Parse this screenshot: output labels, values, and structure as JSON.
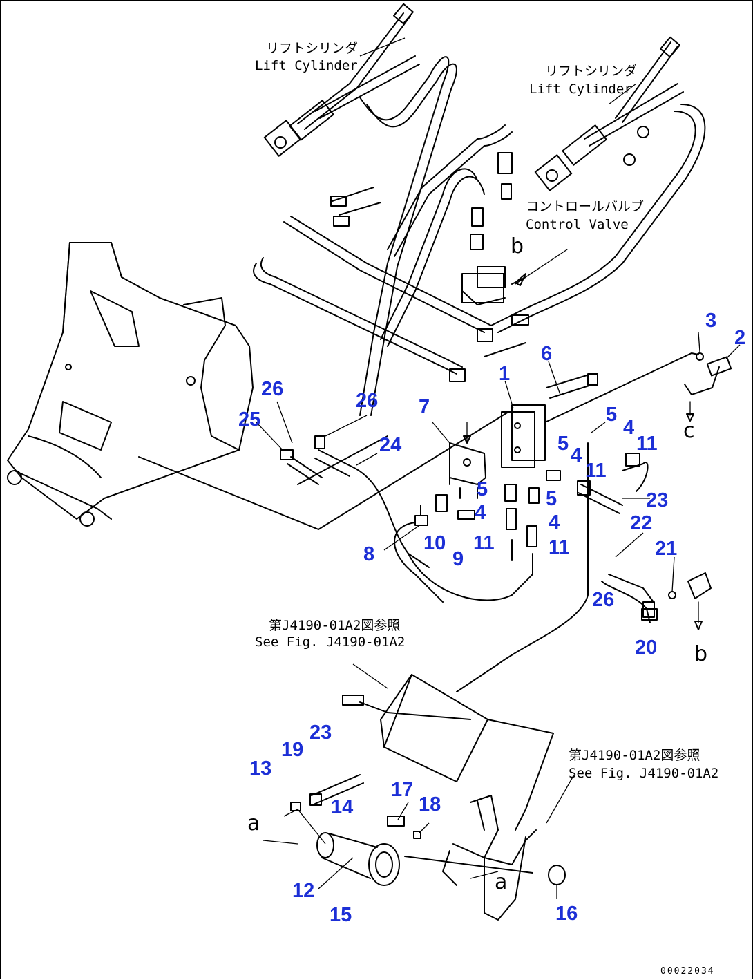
{
  "labels": {
    "lift_cyl_left_jp": "リフトシリンダ",
    "lift_cyl_left_en": "Lift Cylinder",
    "lift_cyl_right_jp": "リフトシリンダ",
    "lift_cyl_right_en": "Lift Cylinder",
    "control_valve_jp": "コントロールバルブ",
    "control_valve_en": "Control Valve",
    "ref_top_jp": "第J4190-01A2図参照",
    "ref_top_en": "See Fig. J4190-01A2",
    "ref_right_jp": "第J4190-01A2図参照",
    "ref_right_en": "See Fig. J4190-01A2"
  },
  "letters": {
    "a_left": "a",
    "a_right": "a",
    "b_top": "b",
    "b_right": "b",
    "c_right": "c"
  },
  "callouts": {
    "c1": "1",
    "c2": "2",
    "c3": "3",
    "c4a": "4",
    "c4b": "4",
    "c4c": "4",
    "c4d": "4",
    "c5a": "5",
    "c5b": "5",
    "c5c": "5",
    "c5d": "5",
    "c6": "6",
    "c7": "7",
    "c8": "8",
    "c9": "9",
    "c10": "10",
    "c11a": "11",
    "c11b": "11",
    "c11c": "11",
    "c11d": "11",
    "c12": "12",
    "c13": "13",
    "c14": "14",
    "c15": "15",
    "c16": "16",
    "c17": "17",
    "c18": "18",
    "c19": "19",
    "c20": "20",
    "c21": "21",
    "c22": "22",
    "c23a": "23",
    "c23b": "23",
    "c24": "24",
    "c25": "25",
    "c26a": "26",
    "c26b": "26",
    "c26c": "26"
  },
  "drawing_code": "00022034"
}
